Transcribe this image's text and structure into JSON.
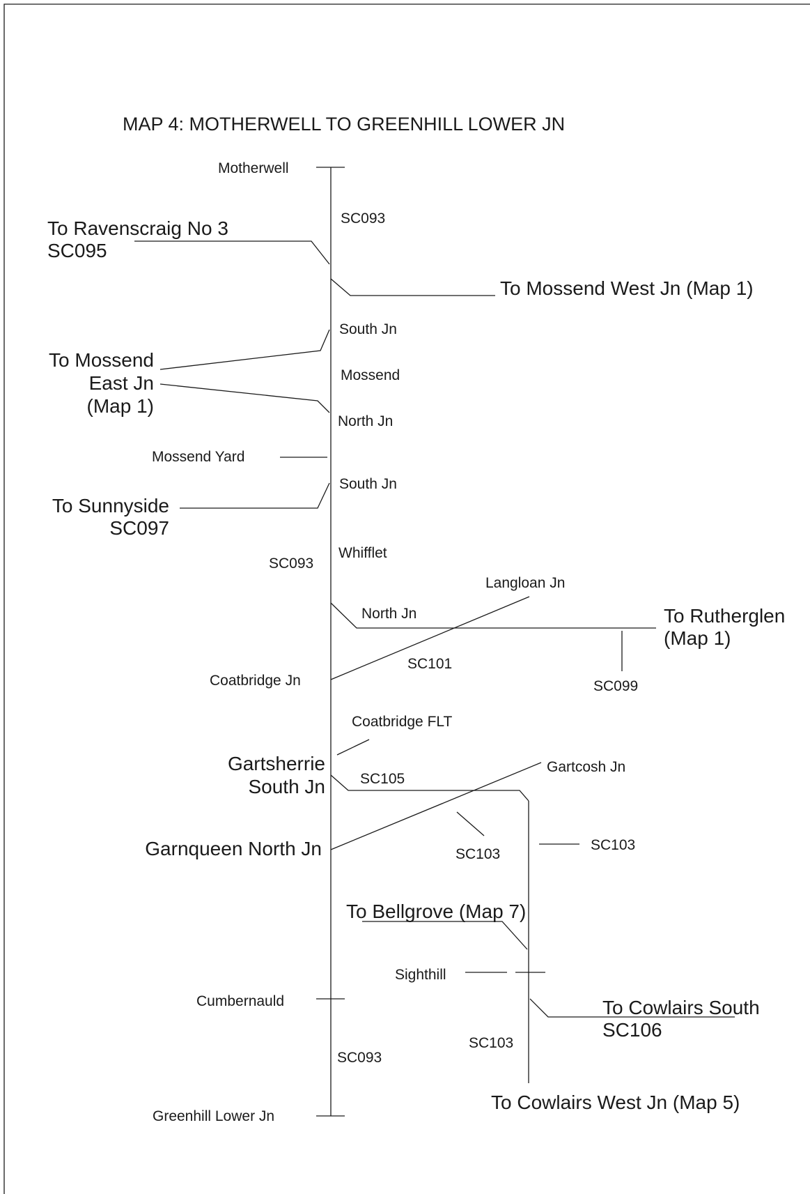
{
  "title": "MAP 4: MOTHERWELL TO GREENHILL LOWER JN",
  "stations": {
    "motherwell": "Motherwell",
    "mossend_yard": "Mossend Yard",
    "mossend": "Mossend",
    "whifflet": "Whifflet",
    "cumbernauld": "Cumbernauld",
    "greenhill_lower_jn": "Greenhill Lower Jn",
    "sighthill": "Sighthill",
    "coatbridge_flt": "Coatbridge FLT"
  },
  "junctions": {
    "mossend_south_jn": "South Jn",
    "mossend_north_jn": "North Jn",
    "whifflet_south_jn": "South Jn",
    "whifflet_north_jn": "North Jn",
    "langloan_jn": "Langloan Jn",
    "coatbridge_jn": "Coatbridge Jn",
    "gartsherrie_line1": "Gartsherrie",
    "gartsherrie_line2": "South Jn",
    "gartcosh_jn": "Gartcosh Jn",
    "garnqueen_north_jn": "Garnqueen North Jn"
  },
  "destinations": {
    "ravenscraig_line1": "To Ravenscraig No 3",
    "ravenscraig_line2": "SC095",
    "mossend_west_jn": "To Mossend West Jn (Map 1)",
    "mossend_east_line1": "To Mossend",
    "mossend_east_line2": "East Jn",
    "mossend_east_line3": "(Map 1)",
    "sunnyside_line1": "To Sunnyside",
    "sunnyside_line2": "SC097",
    "rutherglen_line1": "To Rutherglen",
    "rutherglen_line2": "(Map 1)",
    "bellgrove": "To Bellgrove (Map 7)",
    "cowlairs_south_line1": "To Cowlairs South",
    "cowlairs_south_line2": "SC106",
    "cowlairs_west_jn": "To Cowlairs West Jn (Map 5)"
  },
  "section_codes": {
    "sc093_top": "SC093",
    "sc093_middle": "SC093",
    "sc093_bottom": "SC093",
    "sc101": "SC101",
    "sc099": "SC099",
    "sc105": "SC105",
    "sc103_branch": "SC103",
    "sc103_right": "SC103",
    "sc103_lower": "SC103"
  }
}
